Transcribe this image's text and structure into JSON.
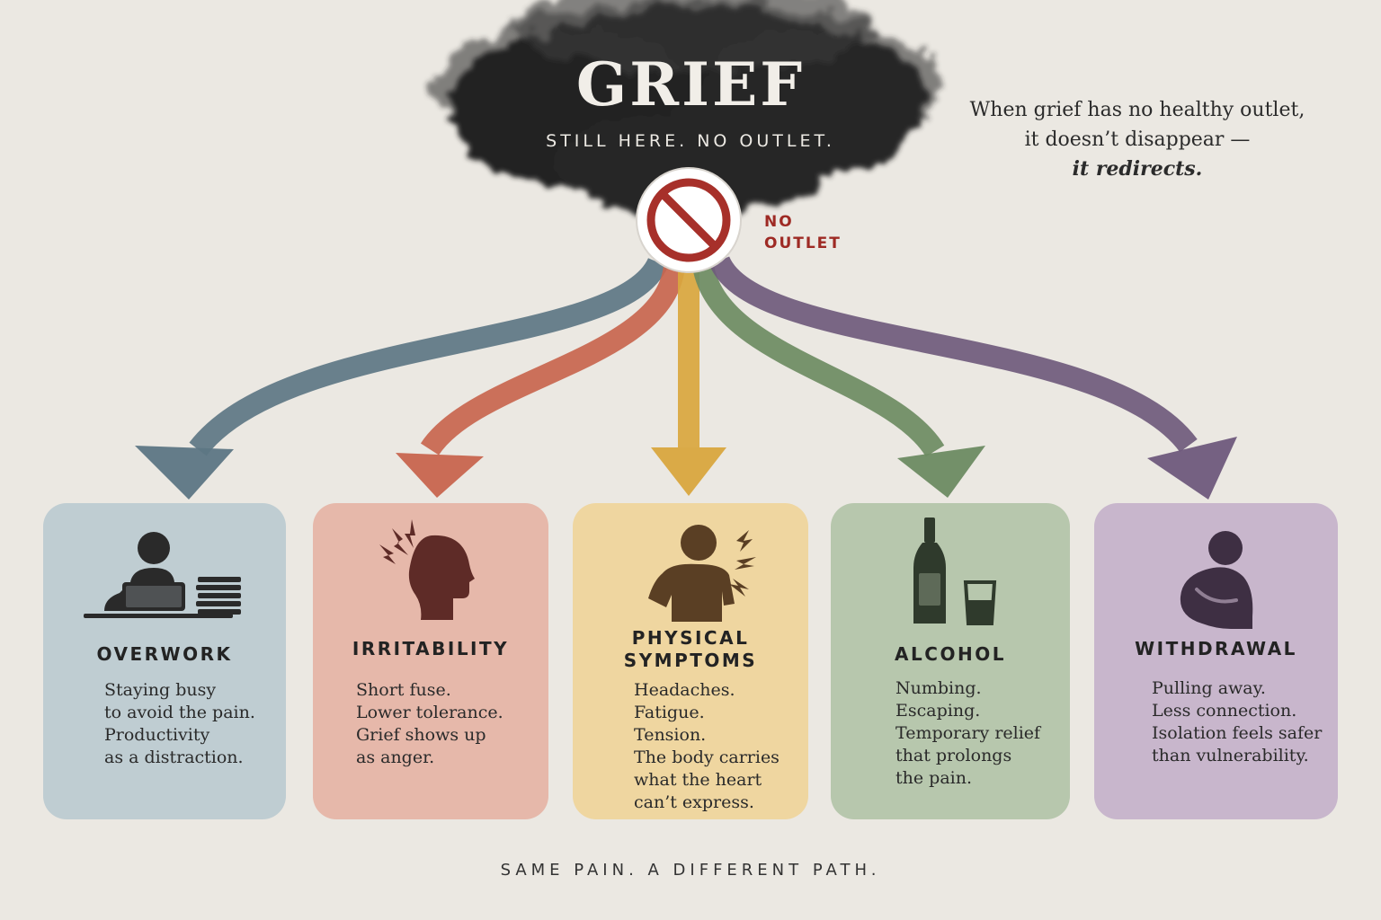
{
  "header": {
    "title": "GRIEF",
    "subtitle": "STILL HERE. NO OUTLET.",
    "no_outlet_line1": "NO",
    "no_outlet_line2": "OUTLET"
  },
  "side_note": {
    "line1": "When grief has no healthy outlet,",
    "line2": "it doesn’t disappear —",
    "line3": "it redirects."
  },
  "paths": [
    {
      "id": "overwork",
      "color": "#5d7684",
      "card_color": "#bfcdd2",
      "title_lines": [
        "OVERWORK"
      ],
      "desc_lines": [
        "Staying busy",
        "to avoid the pain.",
        "Productivity",
        "as a distraction."
      ],
      "icon": "person-at-laptop-icon"
    },
    {
      "id": "irritability",
      "color": "#c8654e",
      "card_color": "#e6b8aa",
      "title_lines": [
        "IRRITABILITY"
      ],
      "desc_lines": [
        "Short fuse.",
        "Lower tolerance.",
        "Grief shows up",
        "as anger."
      ],
      "icon": "head-lightning-icon"
    },
    {
      "id": "physical-symptoms",
      "color": "#d9a63e",
      "card_color": "#efd6a0",
      "title_lines": [
        "PHYSICAL",
        "SYMPTOMS"
      ],
      "desc_lines": [
        "Headaches.",
        "Fatigue.",
        "Tension.",
        "The body carries",
        "what the heart",
        "can’t express."
      ],
      "icon": "person-shoulder-pain-icon"
    },
    {
      "id": "alcohol",
      "color": "#6d8b62",
      "card_color": "#b7c7ad",
      "title_lines": [
        "ALCOHOL"
      ],
      "desc_lines": [
        "Numbing.",
        "Escaping.",
        "Temporary relief",
        "that prolongs",
        "the pain."
      ],
      "icon": "bottle-and-glass-icon"
    },
    {
      "id": "withdrawal",
      "color": "#6f5a7c",
      "card_color": "#c8b6cc",
      "title_lines": [
        "WITHDRAWAL"
      ],
      "desc_lines": [
        "Pulling away.",
        "Less connection.",
        "Isolation feels safer",
        "than vulnerability."
      ],
      "icon": "person-hugging-knees-icon"
    }
  ],
  "footer": {
    "text": "SAME PAIN. A DIFFERENT PATH."
  }
}
